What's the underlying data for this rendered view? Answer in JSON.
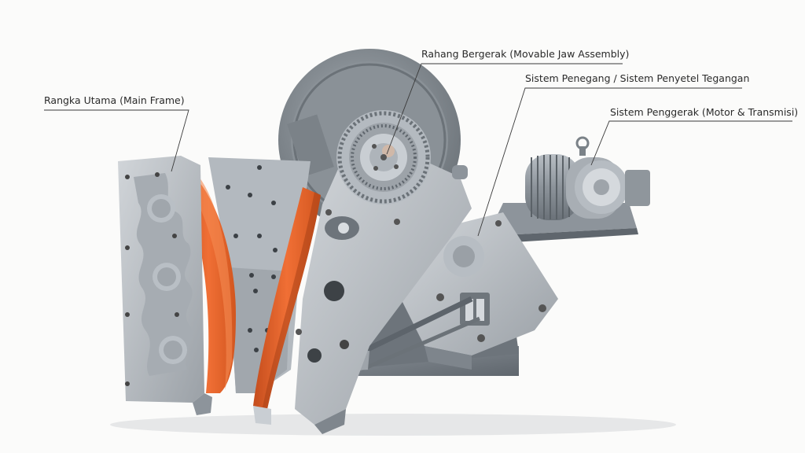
{
  "labels": {
    "main_frame": "Rangka Utama (Main Frame)",
    "movable_jaw": "Rahang Bergerak (Movable Jaw Assembly)",
    "tension_system": "Sistem Penegang / Sistem Penyetel Tegangan",
    "drive_system": "Sistem Penggerak (Motor & Transmisi)"
  },
  "colors": {
    "steel_light": "#c3c8cd",
    "steel_mid": "#a7adb3",
    "steel_dark": "#7f868d",
    "steel_shadow": "#5d646b",
    "jaw_orange": "#e8642c",
    "jaw_orange_dark": "#b94517",
    "leader": "#3a3a3a"
  }
}
